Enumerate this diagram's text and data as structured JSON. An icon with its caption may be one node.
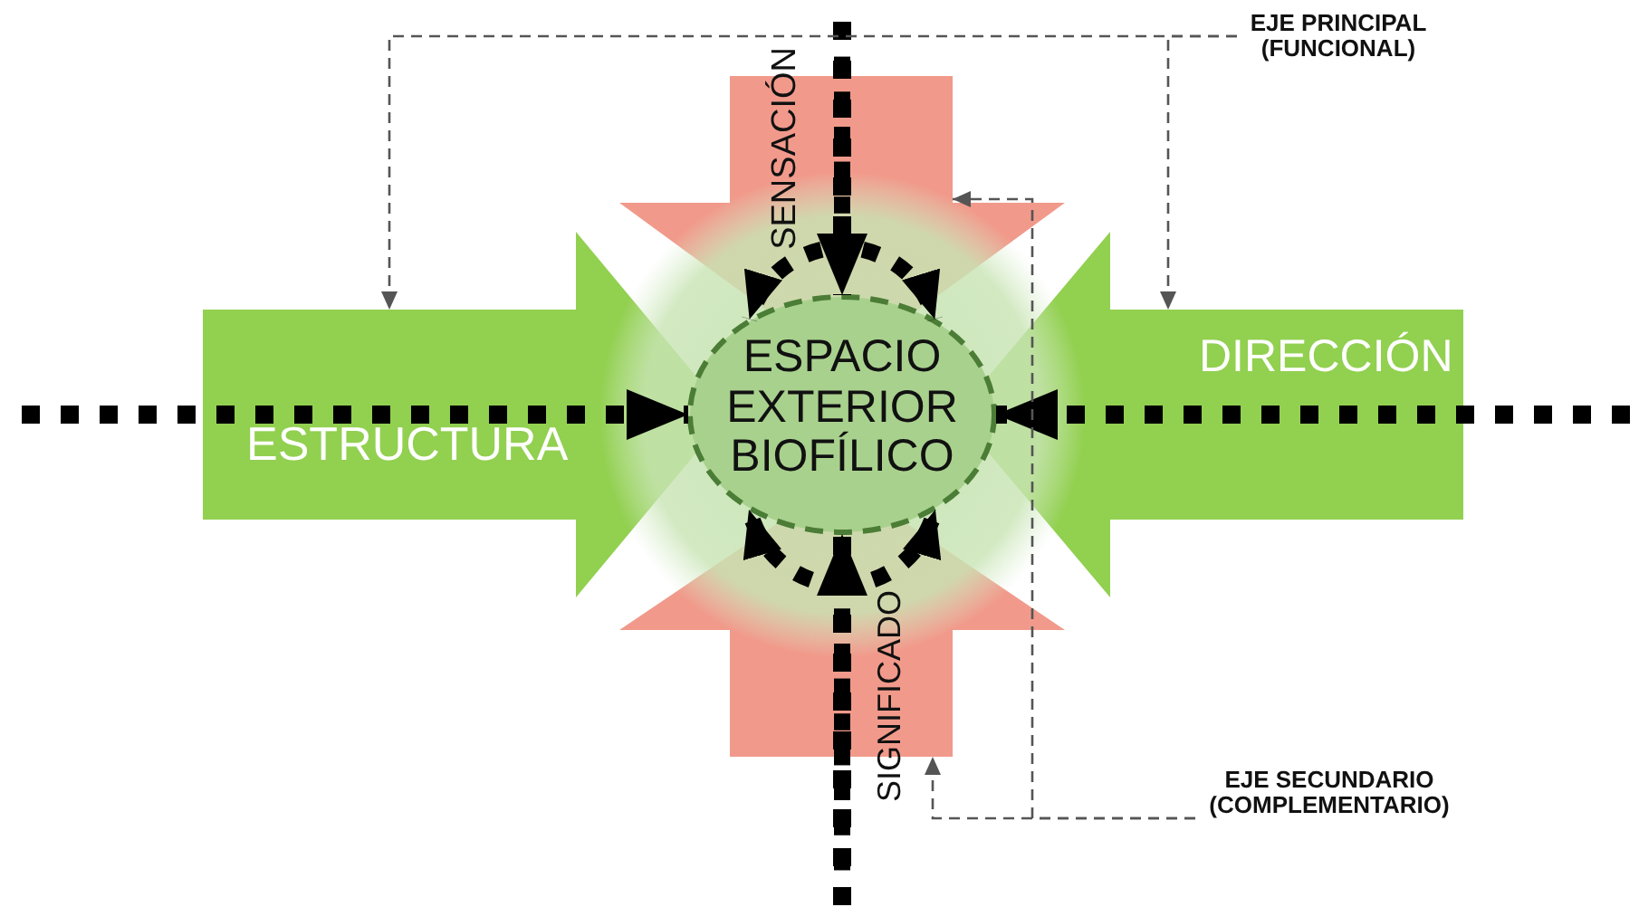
{
  "diagram": {
    "nodes": [
      {
        "text": [
          "ESPACIO EXTERIOR BIOFÍLICO"
        ]
      },
      {
        "text": [
          "ESTRUCTURA"
        ]
      },
      {
        "text": [
          "DIRECCIÓN"
        ]
      },
      {
        "text": [
          "SENSACIÓN"
        ]
      },
      {
        "text": [
          "SIGNIFICADO"
        ]
      },
      {
        "text": [
          "EJE PRINCIPAL (FUNCIONAL)"
        ]
      },
      {
        "text": [
          "EJE SECUNDARIO (COMPLEMENTARIO)"
        ]
      }
    ],
    "edges": [
      {
        "from": null,
        "to": 0,
        "arrow": "to",
        "style": "dashed"
      },
      {
        "from": null,
        "to": 0,
        "arrow": "to",
        "style": "dashed"
      },
      {
        "from": null,
        "to": 0,
        "arrow": "to",
        "style": "dashed"
      },
      {
        "from": null,
        "to": 0,
        "arrow": "to",
        "style": "dashed"
      },
      {
        "from": null,
        "to": 0,
        "arrow": "to",
        "style": "dashed"
      },
      {
        "from": null,
        "to": 0,
        "arrow": "to",
        "style": "dashed"
      },
      {
        "from": null,
        "to": 0,
        "arrow": "to",
        "style": "dashed"
      },
      {
        "from": null,
        "to": 0,
        "arrow": "to",
        "style": "dashed"
      },
      {
        "from": 5,
        "to": 1,
        "arrow": "to",
        "style": "dashed",
        "color": "#555555"
      },
      {
        "from": 5,
        "to": 2,
        "arrow": "to",
        "style": "dashed",
        "color": "#555555"
      },
      {
        "from": 6,
        "to": 3,
        "arrow": "to",
        "style": "dashed",
        "color": "#555555"
      },
      {
        "from": 6,
        "to": 4,
        "arrow": "to",
        "style": "dashed",
        "color": "#555555"
      }
    ]
  }
}
